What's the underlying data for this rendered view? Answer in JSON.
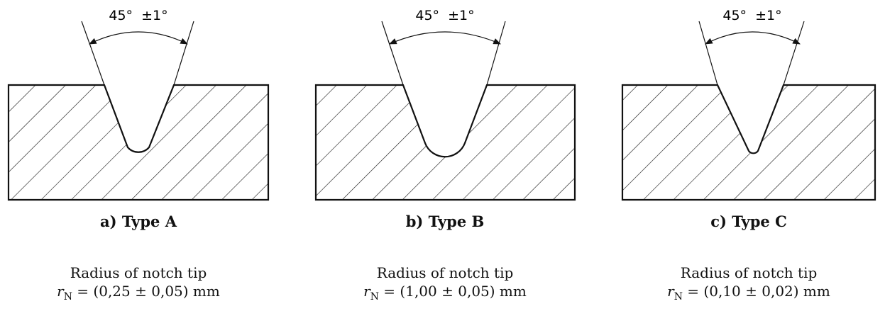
{
  "panels": [
    {
      "type_label": "a) Type A",
      "radius_title": "Radius of notch tip",
      "radius_symbol": "r",
      "radius_subscript": "N",
      "radius_value": " = (0,25 ± 0,05) mm",
      "angle_label": "45°  ±1°",
      "notch_tip_radius_mm": 0.25
    },
    {
      "type_label": "b) Type B",
      "radius_title": "Radius of notch tip",
      "radius_symbol": "r",
      "radius_subscript": "N",
      "radius_value": " = (1,00 ± 0,05) mm",
      "angle_label": "45°  ±1°",
      "notch_tip_radius_mm": 1.0
    },
    {
      "type_label": "c) Type C",
      "radius_title": "Radius of notch tip",
      "radius_symbol": "r",
      "radius_subscript": "N",
      "radius_value": " = (0,10 ± 0,02) mm",
      "angle_label": "45°  ±1°",
      "notch_tip_radius_mm": 0.1
    }
  ]
}
